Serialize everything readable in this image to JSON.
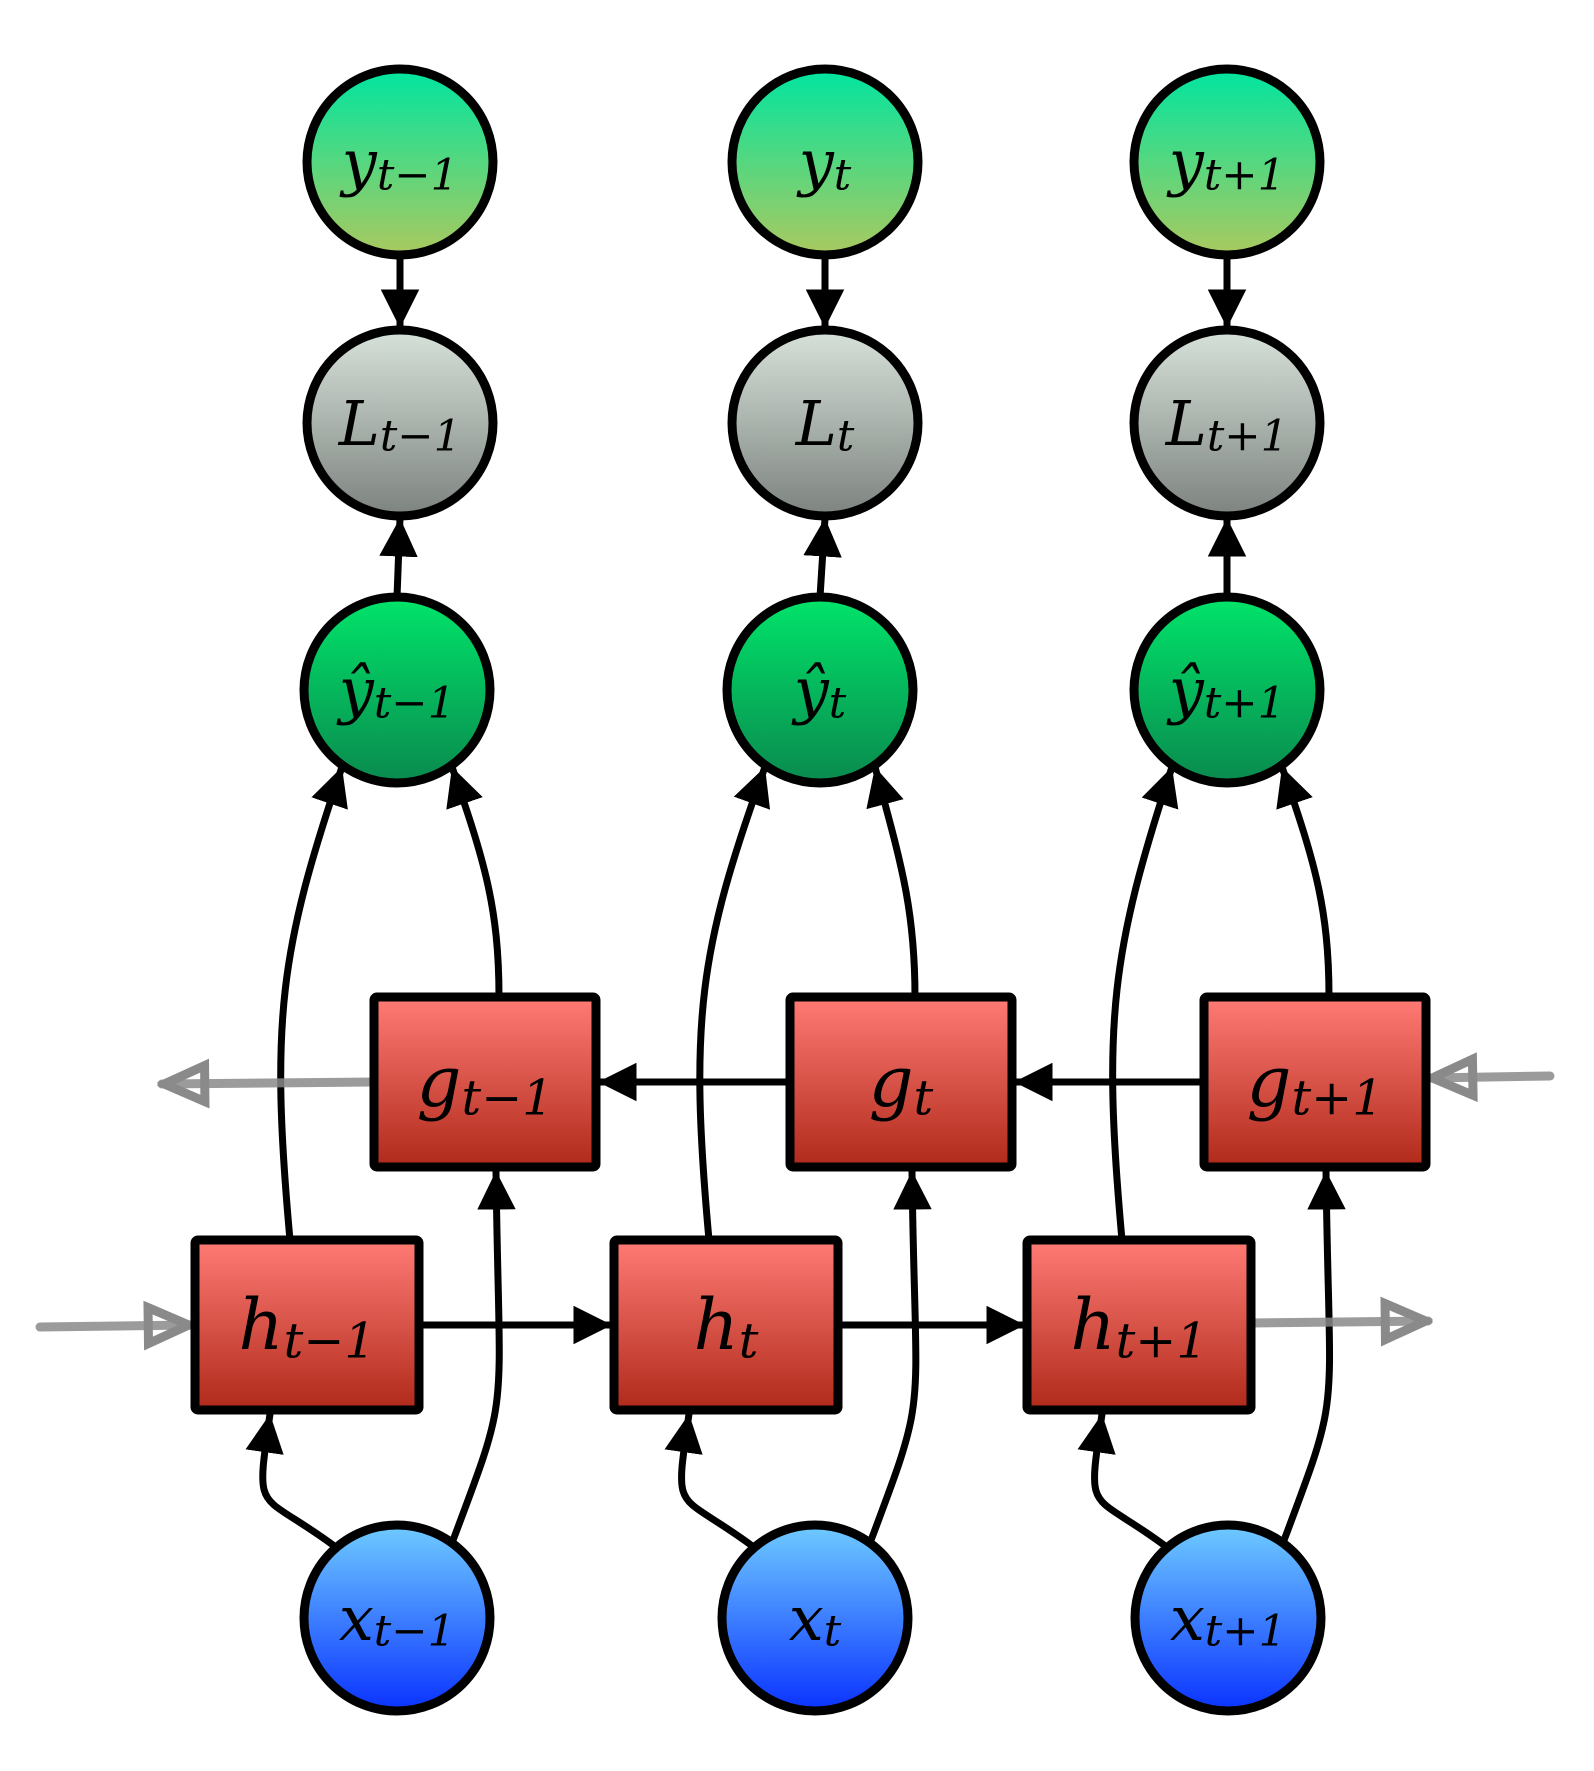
{
  "title": "Bidirectional RNN unrolled over time",
  "colors": {
    "target_top": "#00e5a0",
    "target_bottom": "#aac95f",
    "loss_top": "#d7e2da",
    "loss_bottom": "#7d837f",
    "output_top": "#00e46a",
    "output_bottom": "#0a8a4e",
    "state_top": "#ff7b75",
    "state_bottom": "#b02a1a",
    "input_top": "#6fcbff",
    "input_bottom": "#0a32ff",
    "edge": "#000000",
    "boundary_edge": "#8a8a8a"
  },
  "timesteps": [
    {
      "id": "t-1",
      "target": {
        "base": "y",
        "sub": "t−1"
      },
      "loss": {
        "base": "L",
        "sub": "t−1"
      },
      "output": {
        "base": "ŷ",
        "sub": "t−1"
      },
      "backward_state": {
        "base": "g",
        "sub": "t−1"
      },
      "forward_state": {
        "base": "h",
        "sub": "t−1"
      },
      "input": {
        "base": "x",
        "sub": "t−1"
      }
    },
    {
      "id": "t",
      "target": {
        "base": "y",
        "sub": "t"
      },
      "loss": {
        "base": "L",
        "sub": "t"
      },
      "output": {
        "base": "ŷ",
        "sub": "t"
      },
      "backward_state": {
        "base": "g",
        "sub": "t"
      },
      "forward_state": {
        "base": "h",
        "sub": "t"
      },
      "input": {
        "base": "x",
        "sub": "t"
      }
    },
    {
      "id": "t+1",
      "target": {
        "base": "y",
        "sub": "t+1"
      },
      "loss": {
        "base": "L",
        "sub": "t+1"
      },
      "output": {
        "base": "ŷ",
        "sub": "t+1"
      },
      "backward_state": {
        "base": "g",
        "sub": "t+1"
      },
      "forward_state": {
        "base": "h",
        "sub": "t+1"
      },
      "input": {
        "base": "x",
        "sub": "t+1"
      }
    }
  ],
  "edges": {
    "target_to_loss": true,
    "output_to_loss": true,
    "forward_recurrence": "h_{t-1} → h_t → h_{t+1}",
    "backward_recurrence": "g_{t+1} → g_t → g_{t-1}",
    "boundary_edges": [
      "into h_{t-1} from left",
      "out of h_{t+1} to right",
      "into g_{t+1} from right",
      "out of g_{t-1} to left"
    ]
  }
}
